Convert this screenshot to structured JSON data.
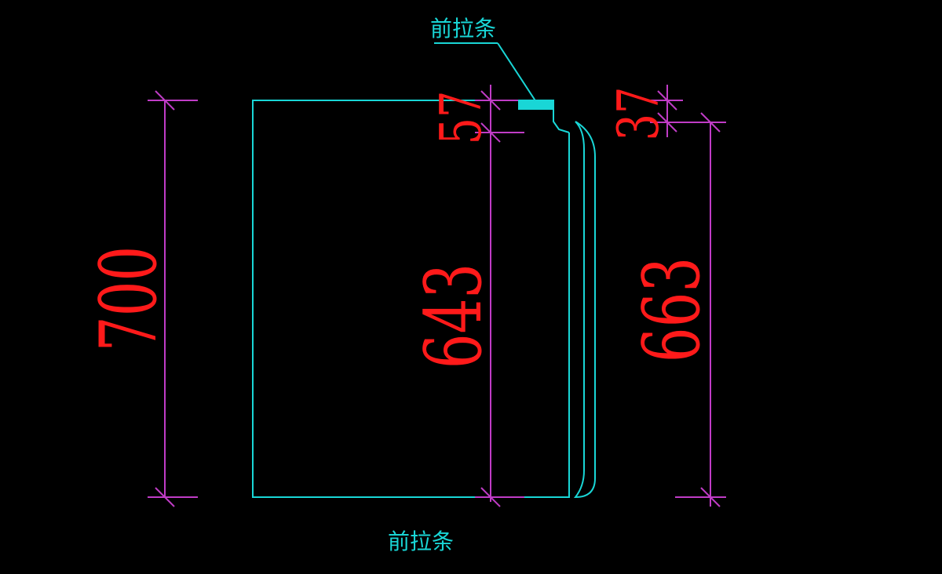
{
  "colors": {
    "background": "#000000",
    "outline": "#19d6d6",
    "dimension_line": "#c03cc6",
    "dimension_text": "#ff1a1a",
    "label": "#19d6d6"
  },
  "labels": {
    "top_callout": "前拉条",
    "bottom_caption": "前拉条"
  },
  "dimensions": {
    "overall_height": "700",
    "body_height": "643",
    "top_notch": "57",
    "side_offset": "37",
    "side_height": "663"
  }
}
